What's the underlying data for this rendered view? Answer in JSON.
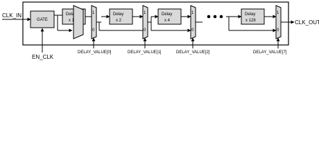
{
  "signals": {
    "clk_in": "CLK_IN",
    "clk_out": "CLK_OUT",
    "en_clk": "EN_CLK"
  },
  "gate": {
    "label": "GATE"
  },
  "delay_blocks": [
    {
      "line1": "Delay",
      "line2": "x 1"
    },
    {
      "line1": "Delay",
      "line2": "x 2"
    },
    {
      "line1": "Delay",
      "line2": "x 4"
    },
    {
      "line1": "Delay",
      "line2": "x 128"
    }
  ],
  "mux_inputs": {
    "top": "1",
    "bottom": "0"
  },
  "select_labels": [
    "DELAY_VALUE[0]",
    "DELAY_VALUE[1]",
    "DELAY_VALUE[2]",
    "DELAY_VALUE[7]"
  ]
}
